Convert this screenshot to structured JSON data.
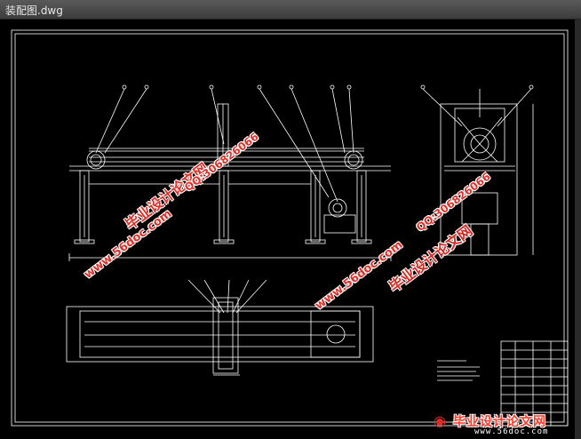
{
  "window": {
    "title": "装配图.dwg"
  },
  "watermarks": {
    "site_name": "毕业设计论文网",
    "site_url": "www.56doc.com",
    "qq": "QQ:306826066",
    "footer_name": "毕业设计论文网",
    "footer_url": "www.56doc.com"
  },
  "colors": {
    "background": "#000000",
    "line": "#ffffff",
    "watermark": "#e0302a"
  }
}
